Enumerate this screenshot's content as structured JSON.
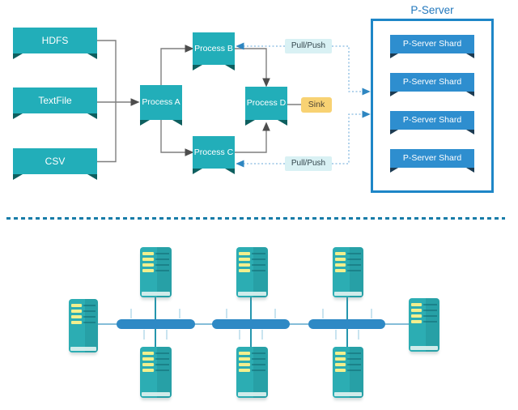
{
  "colors": {
    "teal": "#22aeb9",
    "teal-notch": "#0d5f5f",
    "blue-shard": "#2e8ecf",
    "shard-notch": "#1c3b52",
    "frame-blue": "#1e86c7",
    "title-blue": "#2278bd",
    "pullpush-bg": "#d9f1f4",
    "pullpush-text": "#33454c",
    "sink-bg": "#f8d273",
    "sink-text": "#4c4335",
    "line-gray": "#7f7f7f",
    "arrow-gray": "#4d4d4d",
    "dot-blue": "#85b9e0",
    "arrow-blue": "#2e86c1",
    "divider-blue": "#177ca8",
    "hub-blue": "#2e89c5",
    "net-line": "#85bdd8",
    "net-vertical": "#2596ad",
    "net-tick": "#c9e4f0",
    "server-teal": "#2cadb3",
    "server-led": "#f2ef8d",
    "server-base": "#def1f0"
  },
  "flow": {
    "sources": [
      {
        "label": "HDFS"
      },
      {
        "label": "TextFile"
      },
      {
        "label": "CSV"
      }
    ],
    "processes": [
      {
        "label": "Process A"
      },
      {
        "label": "Process B"
      },
      {
        "label": "Process C"
      },
      {
        "label": "Process D"
      }
    ],
    "sink": {
      "label": "Sink"
    },
    "connectors": {
      "pull_push_top": "Pull/Push",
      "pull_push_bottom": "Pull/Push"
    },
    "pserver": {
      "title": "P-Server",
      "shards": [
        "P-Server Shard",
        "P-Server Shard",
        "P-Server Shard",
        "P-Server Shard"
      ]
    }
  },
  "cluster": {
    "hub_count": 3,
    "server_count": 8
  }
}
